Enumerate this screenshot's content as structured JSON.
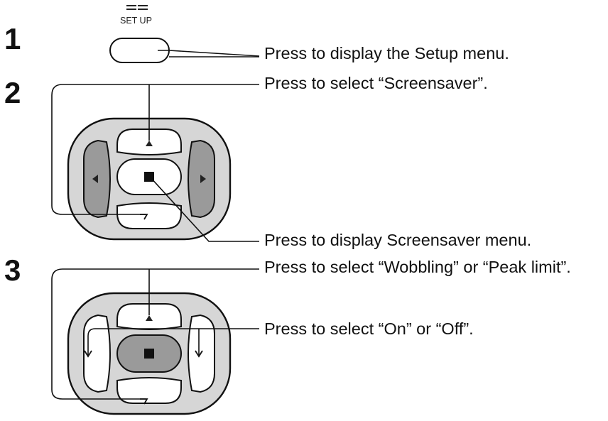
{
  "steps": [
    {
      "number": "1",
      "button_label": "SET UP",
      "captions": [
        "Press to display the Setup menu."
      ]
    },
    {
      "number": "2",
      "captions": [
        "Press to select “Screensaver”.",
        "Press to display Screensaver menu."
      ]
    },
    {
      "number": "3",
      "captions": [
        "Press to select “Wobbling” or “Peak limit”.",
        "Press to select “On” or “Off”."
      ]
    }
  ],
  "colors": {
    "ink": "#111111",
    "pad_face": "#d6d6d6",
    "side_key": "#9a9a9a",
    "up_down_key": "#ffffff",
    "center_key_step2": "#ffffff",
    "center_key_step3": "#9a9a9a"
  },
  "icons": [
    "menu-lines-icon",
    "arrow-up-icon",
    "arrow-left-icon",
    "arrow-right-icon",
    "stop-square-icon"
  ]
}
